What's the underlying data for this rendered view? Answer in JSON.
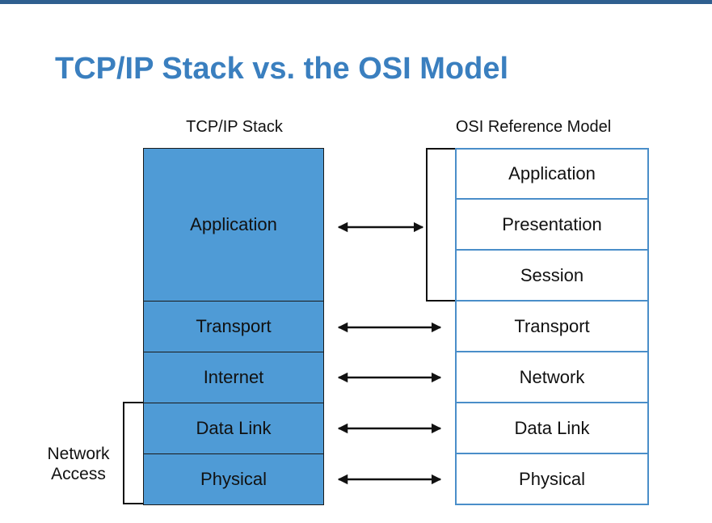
{
  "title": "TCP/IP Stack vs. the OSI Model",
  "tcp_stack": {
    "header": "TCP/IP Stack",
    "layers": [
      "Application",
      "Transport",
      "Internet",
      "Data Link",
      "Physical"
    ]
  },
  "osi_model": {
    "header": "OSI Reference Model",
    "layers": [
      "Application",
      "Presentation",
      "Session",
      "Transport",
      "Network",
      "Data Link",
      "Physical"
    ]
  },
  "side_label": {
    "line1": "Network",
    "line2": "Access"
  },
  "colors": {
    "title": "#3a7fbf",
    "tcp_fill": "#4f9bd6",
    "osi_border": "#4a8ec9",
    "top_bar": "#2f5f8f"
  }
}
